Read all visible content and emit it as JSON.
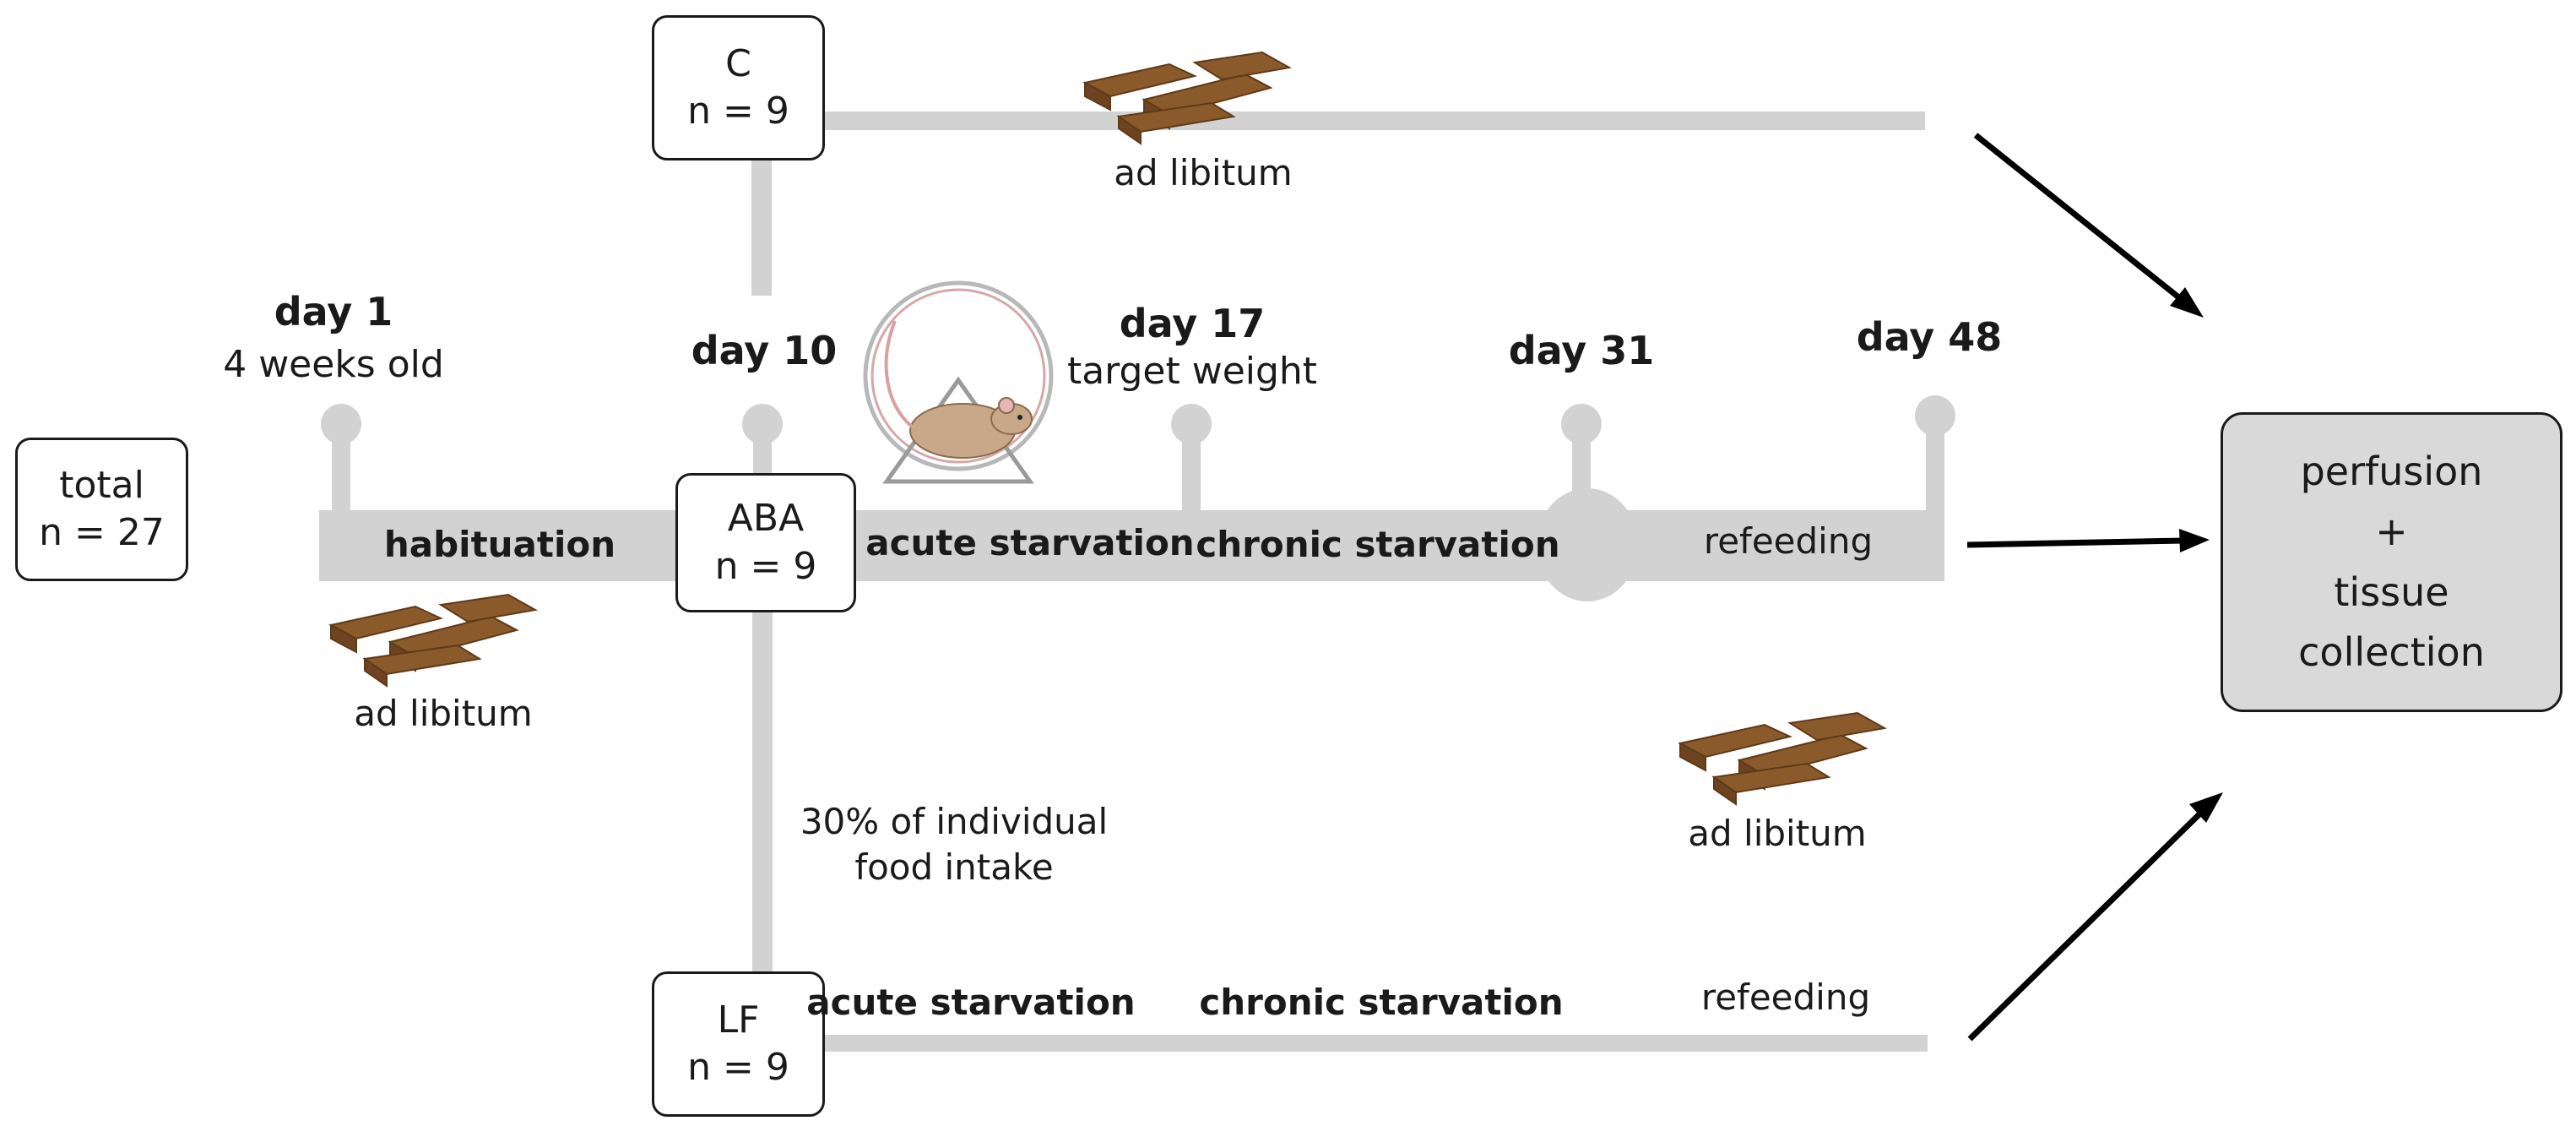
{
  "total": {
    "label": "total",
    "n": "n = 27"
  },
  "groups": {
    "c": {
      "label": "C",
      "n": "n = 9"
    },
    "aba": {
      "label": "ABA",
      "n": "n = 9"
    },
    "lf": {
      "label": "LF",
      "n": "n = 9"
    }
  },
  "timeline": [
    {
      "day": "day 1",
      "sub": "4 weeks old"
    },
    {
      "day": "day 10",
      "sub": ""
    },
    {
      "day": "day 17",
      "sub": "target weight"
    },
    {
      "day": "day 31",
      "sub": ""
    },
    {
      "day": "day 48",
      "sub": ""
    }
  ],
  "phases_aba": [
    "habituation",
    "acute starvation",
    "chronic starvation",
    "refeeding"
  ],
  "phases_lf": [
    "acute starvation",
    "chronic starvation",
    "refeeding"
  ],
  "food_labels": [
    "ad libitum",
    "ad libitum",
    "ad libitum"
  ],
  "lf_note": [
    "30% of individual",
    "food intake"
  ],
  "outcome": [
    "perfusion",
    "+",
    "tissue",
    "collection"
  ],
  "colors": {
    "track": "#d2d2d2",
    "food": "#8b5a2b",
    "arrow": "#000000",
    "outcome_fill": "#d9d9d9"
  },
  "icons": [
    "food-pellets-icon",
    "running-wheel-mouse-icon",
    "arrow-icon"
  ]
}
